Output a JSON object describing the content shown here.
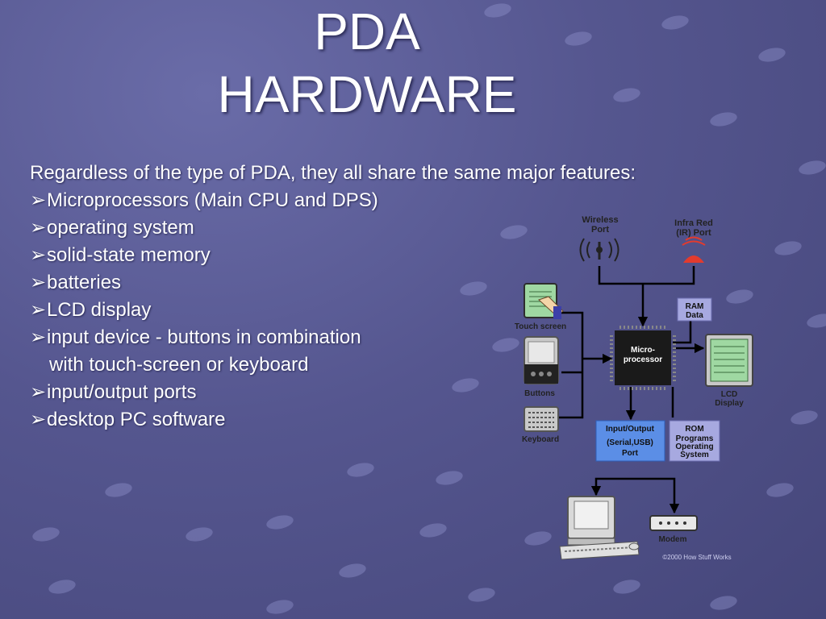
{
  "slide": {
    "title_line1": "PDA",
    "title_line2": "HARDWARE",
    "intro": "Regardless of the type of PDA, they all share the same major features:",
    "bullet_marker": "➢",
    "bullets": [
      "Microprocessors (Main CPU and DPS)",
      "operating system",
      "solid-state memory",
      "batteries",
      "LCD display",
      "input device - buttons in combination",
      "input/output ports",
      "desktop PC software"
    ],
    "bullet_continuation": "with touch-screen or keyboard"
  },
  "diagram": {
    "wireless_port": [
      "Wireless",
      "Port"
    ],
    "ir_port": [
      "Infra Red",
      "(IR) Port"
    ],
    "ram": [
      "RAM",
      "Data"
    ],
    "touch_screen": "Touch screen",
    "microprocessor": [
      "Micro-",
      "processor"
    ],
    "buttons": "Buttons",
    "lcd": [
      "LCD",
      "Display"
    ],
    "keyboard": "Keyboard",
    "io_port": [
      "Input/Output",
      "(Serial,USB)",
      "Port"
    ],
    "rom": [
      "ROM",
      "Programs",
      "Operating",
      "System"
    ],
    "modem": "Modem",
    "copyright": "©2000 How Stuff Works"
  },
  "colors": {
    "background": "#55568f",
    "text": "#ffffff",
    "chip": "#1a1a1a",
    "io_box": "#5b8ee6",
    "rom_box": "#a7a9e0",
    "ram_box": "#a7a9e0",
    "lcd_screen": "#9fd8a2",
    "ir_red": "#e23b2e"
  }
}
